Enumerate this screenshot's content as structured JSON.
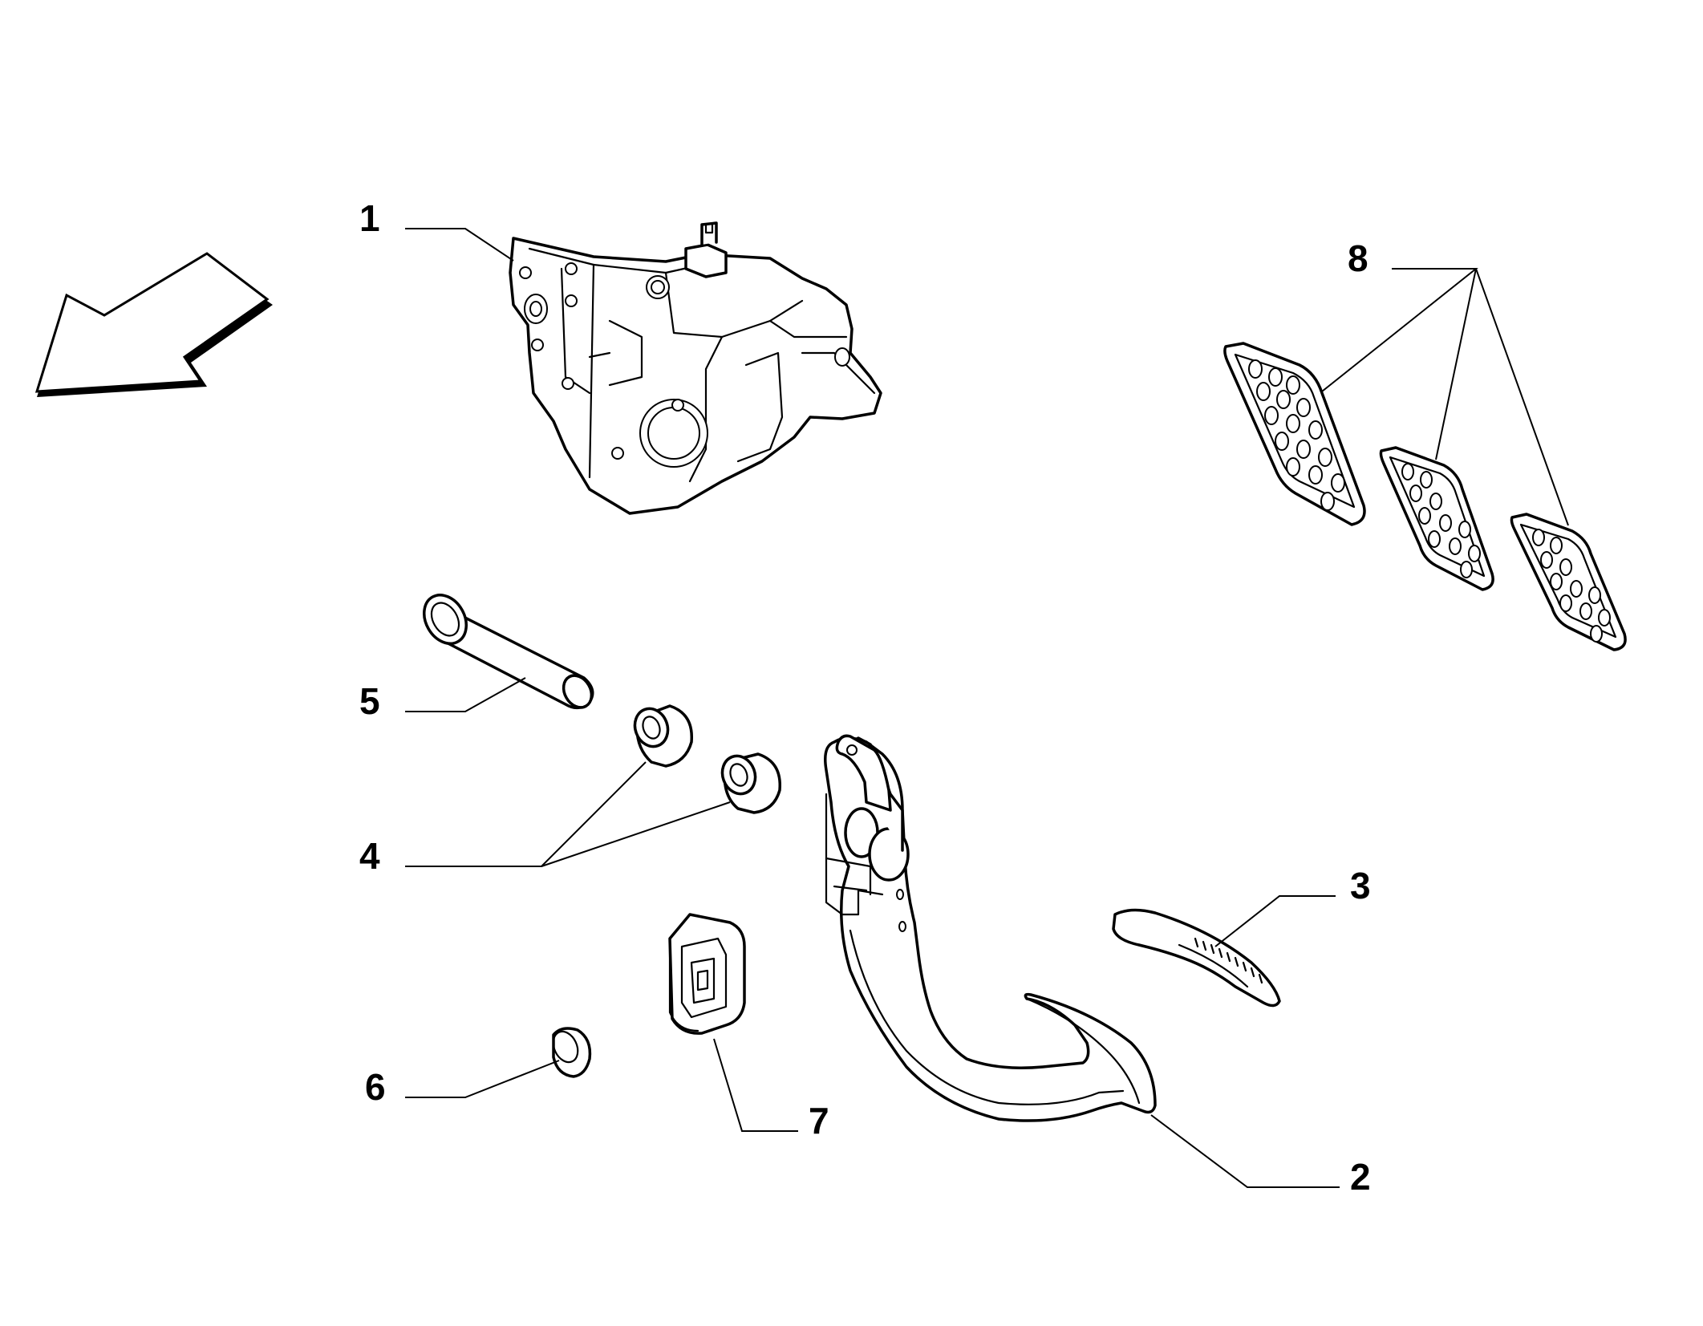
{
  "callouts": {
    "c1": "1",
    "c2": "2",
    "c3": "3",
    "c4": "4",
    "c5": "5",
    "c6": "6",
    "c7": "7",
    "c8": "8"
  },
  "icons": {
    "direction": "direction-arrow-icon"
  }
}
